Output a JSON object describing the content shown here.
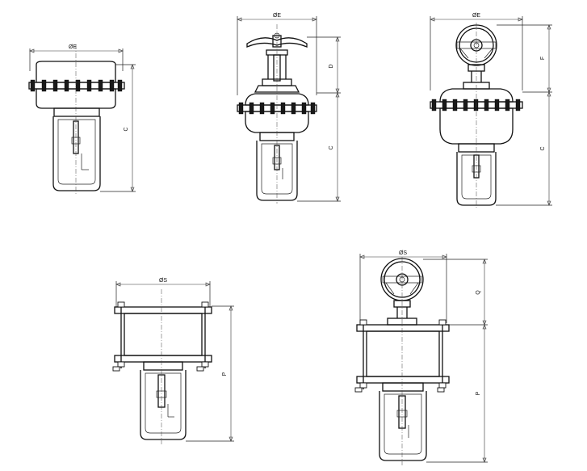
{
  "drawings": [
    {
      "id": "diaphragm-actuator",
      "labels": {
        "width": "ØE",
        "height_c": "C"
      }
    },
    {
      "id": "diaphragm-actuator-handwheel",
      "labels": {
        "width": "ØE",
        "height_d": "D",
        "height_c": "C"
      }
    },
    {
      "id": "diaphragm-actuator-side-handwheel",
      "labels": {
        "width": "ØE",
        "height_f": "F",
        "height_c": "C"
      }
    },
    {
      "id": "piston-actuator",
      "labels": {
        "width": "ØS",
        "height_p": "P"
      }
    },
    {
      "id": "piston-actuator-handwheel",
      "labels": {
        "width": "ØS",
        "height_q": "Q",
        "height_p": "P"
      }
    }
  ]
}
